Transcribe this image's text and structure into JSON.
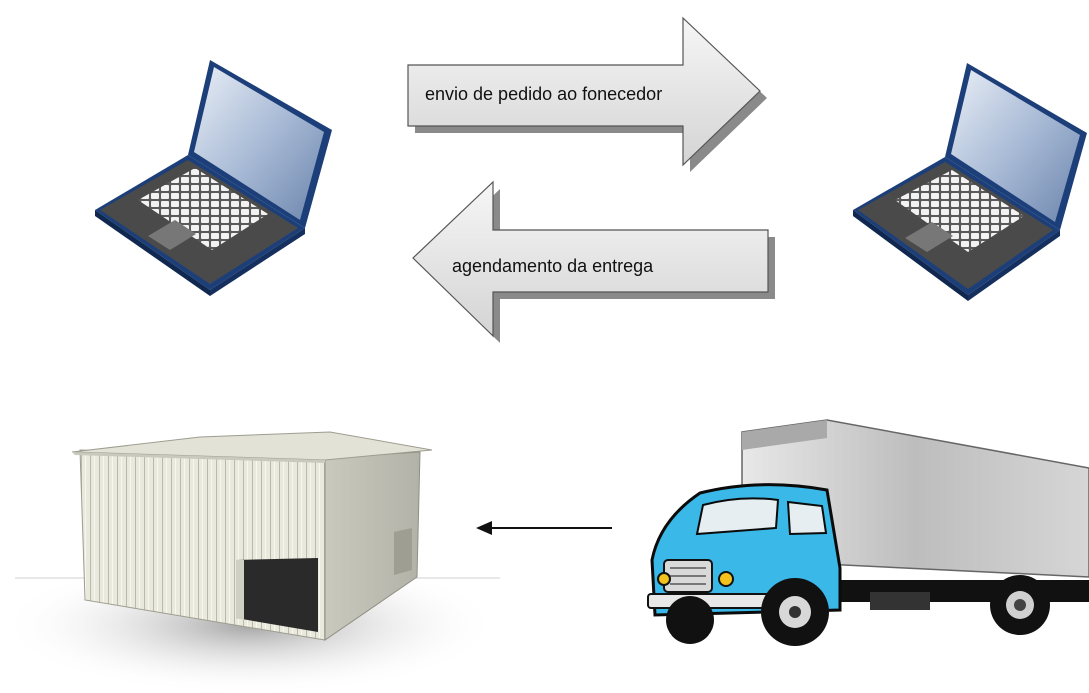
{
  "diagram": {
    "arrows": [
      {
        "label": "envio de pedido ao fonecedor",
        "direction": "right"
      },
      {
        "label": "agendamento da entrega",
        "direction": "left"
      }
    ],
    "nodes": [
      {
        "id": "laptop-left",
        "icon": "laptop-icon"
      },
      {
        "id": "laptop-right",
        "icon": "laptop-icon"
      },
      {
        "id": "warehouse",
        "icon": "warehouse-icon"
      },
      {
        "id": "truck",
        "icon": "truck-icon"
      }
    ],
    "connectors": [
      {
        "from": "truck",
        "to": "warehouse",
        "direction": "left"
      }
    ],
    "colors": {
      "laptop_body": "#1c3f7a",
      "truck_cab": "#3ab8e8",
      "truck_box": "#c8c8c8",
      "warehouse_wall": "#e4e4d8",
      "arrow_fill": "#e6e6e6"
    }
  }
}
